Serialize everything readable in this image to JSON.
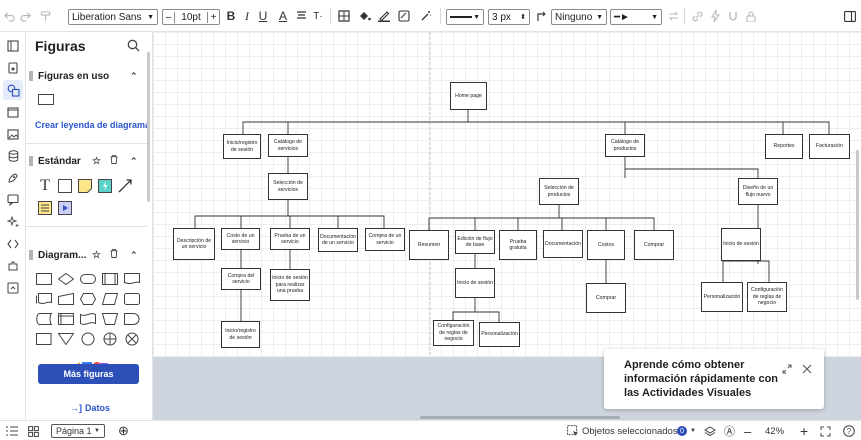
{
  "toolbar": {
    "font_name": "Liberation Sans",
    "font_size": "10pt",
    "line_width": "3 px",
    "line_style": "Ninguno",
    "bold": "B",
    "italic": "I",
    "underline": "U",
    "text_color_letter": "A"
  },
  "panel": {
    "title": "Figuras",
    "in_use_label": "Figuras en uso",
    "legend_link": "Crear leyenda de diagrama",
    "standard_label": "Estándar",
    "diagram_label": "Diagram...",
    "text_shape": "T",
    "more_button": "Más figuras",
    "data_link": "Datos"
  },
  "diagram": {
    "nodes": [
      {
        "id": "n0",
        "label": "Home page"
      },
      {
        "id": "n1",
        "label": "Inicio/registro de sesión"
      },
      {
        "id": "n2",
        "label": "Catálogo de servicios"
      },
      {
        "id": "n3",
        "label": "Selección de servicios"
      },
      {
        "id": "n4",
        "label": "Descripción de un servicio"
      },
      {
        "id": "n5",
        "label": "Costo de un servicio"
      },
      {
        "id": "n6",
        "label": "Prueba de un servicio"
      },
      {
        "id": "n7",
        "label": "Documentación de un servicio"
      },
      {
        "id": "n8",
        "label": "Compra de un servicio"
      },
      {
        "id": "n9",
        "label": "Compra del servicio"
      },
      {
        "id": "n10",
        "label": "Inicio de sesión para realizar una prueba"
      },
      {
        "id": "n11",
        "label": "Inicio/registro de sesión"
      },
      {
        "id": "n12",
        "label": "Catálogo de productos"
      },
      {
        "id": "n13",
        "label": "Reportes"
      },
      {
        "id": "n14",
        "label": "Facturación"
      },
      {
        "id": "n15",
        "label": "Selección de productos"
      },
      {
        "id": "n16",
        "label": "Diseño de un flujo nuevo"
      },
      {
        "id": "n17",
        "label": "Resumen"
      },
      {
        "id": "n18",
        "label": "Edición de flujo de base"
      },
      {
        "id": "n19",
        "label": "Prueba gratuita"
      },
      {
        "id": "n20",
        "label": "Documentación"
      },
      {
        "id": "n21",
        "label": "Costos"
      },
      {
        "id": "n22",
        "label": "Comprar"
      },
      {
        "id": "n23",
        "label": "Inicio de sesión"
      },
      {
        "id": "n24",
        "label": "Comprar"
      },
      {
        "id": "n25",
        "label": "Inicio de sesión"
      },
      {
        "id": "n26",
        "label": "Configuración de reglas de negocio"
      },
      {
        "id": "n27",
        "label": "Personalización"
      },
      {
        "id": "n28",
        "label": "Personalización"
      },
      {
        "id": "n29",
        "label": "Configuración de reglas de negocio"
      }
    ]
  },
  "tip": {
    "text": "Aprende cómo obtener información rápidamente con las Actividades Visuales"
  },
  "status": {
    "page_label": "Página 1",
    "selected_objects": "Objetos seleccionados",
    "selected_count": "0",
    "zoom": "42%"
  },
  "colors": {
    "accent": "#2c4fb8",
    "link": "#2c54c8",
    "canvas_gray": "#cfd5de"
  }
}
